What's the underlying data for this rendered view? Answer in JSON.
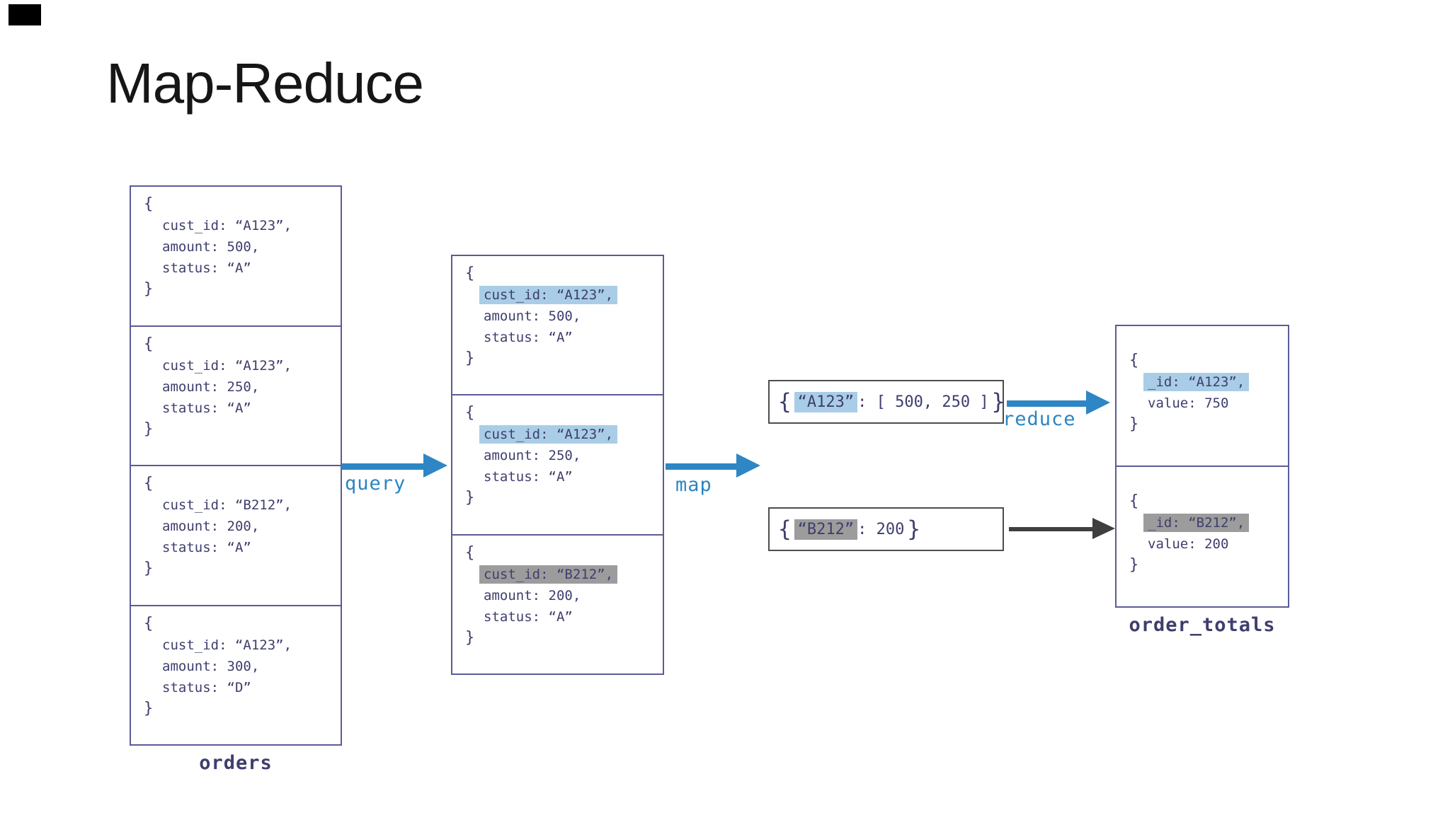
{
  "title": "Map-Reduce",
  "syntax": {
    "open_brace": "{",
    "close_brace": "}"
  },
  "colors": {
    "box_border": "#5b5b96",
    "kv_box_border": "#4d4d4d",
    "code_text": "#3e3e6d",
    "highlight_blue": "#a9cde6",
    "highlight_gray": "#9c9c9c",
    "arrow_blue": "#2e86c4",
    "arrow_dark": "#3f3f3f",
    "title_text": "#161616"
  },
  "orders": {
    "label": "orders",
    "docs": [
      {
        "l1": "cust_id: “A123”,",
        "l2": "amount: 500,",
        "l3": "status: “A”"
      },
      {
        "l1": "cust_id: “A123”,",
        "l2": "amount: 250,",
        "l3": "status: “A”"
      },
      {
        "l1": "cust_id: “B212”,",
        "l2": "amount: 200,",
        "l3": "status: “A”"
      },
      {
        "l1": "cust_id: “A123”,",
        "l2": "amount: 300,",
        "l3": "status: “D”"
      }
    ]
  },
  "query_arrow": {
    "label": "query"
  },
  "mapped": {
    "docs": [
      {
        "l1": "cust_id: “A123”,",
        "highlight": "blue",
        "l2": "amount: 500,",
        "l3": "status: “A”"
      },
      {
        "l1": "cust_id: “A123”,",
        "highlight": "blue",
        "l2": "amount: 250,",
        "l3": "status: “A”"
      },
      {
        "l1": "cust_id: “B212”,",
        "highlight": "gray",
        "l2": "amount: 200,",
        "l3": "status: “A”"
      }
    ]
  },
  "map_arrow": {
    "label": "map"
  },
  "kv_pairs": [
    {
      "open": "{",
      "key": "“A123”",
      "highlight": "blue",
      "rest": ": [ 500, 250 ]",
      "close": "}"
    },
    {
      "open": "{",
      "key": "“B212”",
      "highlight": "gray",
      "rest": ": 200",
      "close": "}"
    }
  ],
  "reduce_arrow": {
    "label": "reduce"
  },
  "order_totals": {
    "label": "order_totals",
    "docs": [
      {
        "l1": "_id: “A123”,",
        "highlight": "blue",
        "l2": "value: 750"
      },
      {
        "l1": "_id: “B212”,",
        "highlight": "gray",
        "l2": "value: 200"
      }
    ]
  }
}
